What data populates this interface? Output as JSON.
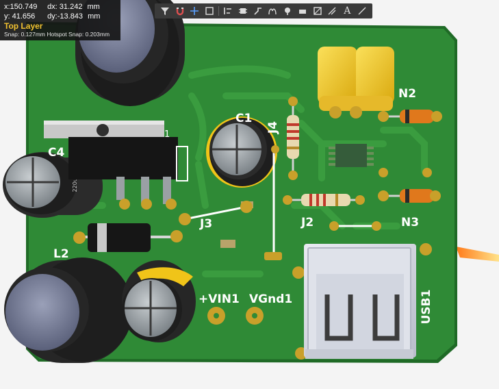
{
  "hud": {
    "x": "x:150.749",
    "dx": "dx: 31.242",
    "dx_unit": "mm",
    "y": "y: 41.656",
    "dy": "dy:-13.843",
    "dy_unit": "mm",
    "layer": "Top Layer",
    "snap": "Snap: 0.127mm Hotspot Snap: 0.203mm"
  },
  "toolbar": {
    "tools": [
      {
        "name": "filter-icon"
      },
      {
        "name": "magnet-route-icon"
      },
      {
        "name": "crosshair-plus-icon"
      },
      {
        "name": "select-rect-icon"
      },
      {
        "name": "align-icon"
      },
      {
        "name": "component-icon"
      },
      {
        "name": "interactive-route-icon"
      },
      {
        "name": "arc-route-icon"
      },
      {
        "name": "via-icon"
      },
      {
        "name": "pad-icon"
      },
      {
        "name": "fill-icon"
      },
      {
        "name": "region-icon"
      },
      {
        "name": "line-icon"
      },
      {
        "name": "text-icon"
      },
      {
        "name": "measure-icon"
      }
    ],
    "text_tool_glyph": "A"
  },
  "board": {
    "colors": {
      "board": "#2f8a36",
      "board_edge": "#1f6a26",
      "trace": "#3a9c3f",
      "silk": "#ffffff",
      "pad": "#c9a02a",
      "cap_yellow": "#f0c419",
      "cap_dark": "#2a2a2a",
      "diode_orange": "#e0781c"
    },
    "labels": {
      "c4": "C4",
      "c1": "C1",
      "j4": "J4",
      "j3": "J3",
      "j2": "J2",
      "l2": "L2",
      "n2": "N2",
      "n3": "N3",
      "vin": "+VIN1",
      "vgnd": "VGnd1",
      "usb": "USB1",
      "reg_pin": "1",
      "cap_marking": "220uF"
    }
  }
}
